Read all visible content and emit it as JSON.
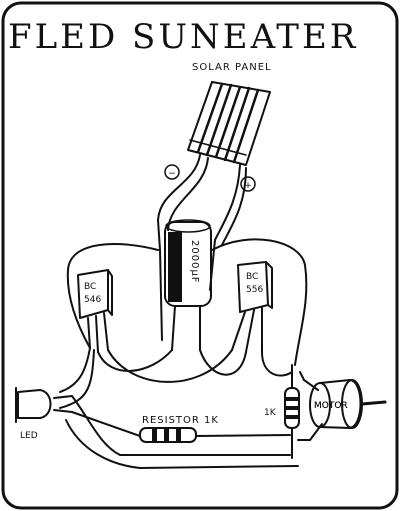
{
  "title": "FLED SUNEATER",
  "labels": {
    "solar_panel": "SOLAR PANEL",
    "minus": "−",
    "plus": "+",
    "capacitor": "2000μF",
    "transistor_left_line1": "BC",
    "transistor_left_line2": "546",
    "transistor_right_line1": "BC",
    "transistor_right_line2": "556",
    "resistor": "RESISTOR 1K",
    "resistor_small": "1K",
    "motor": "MOTOR",
    "led": "LED"
  }
}
